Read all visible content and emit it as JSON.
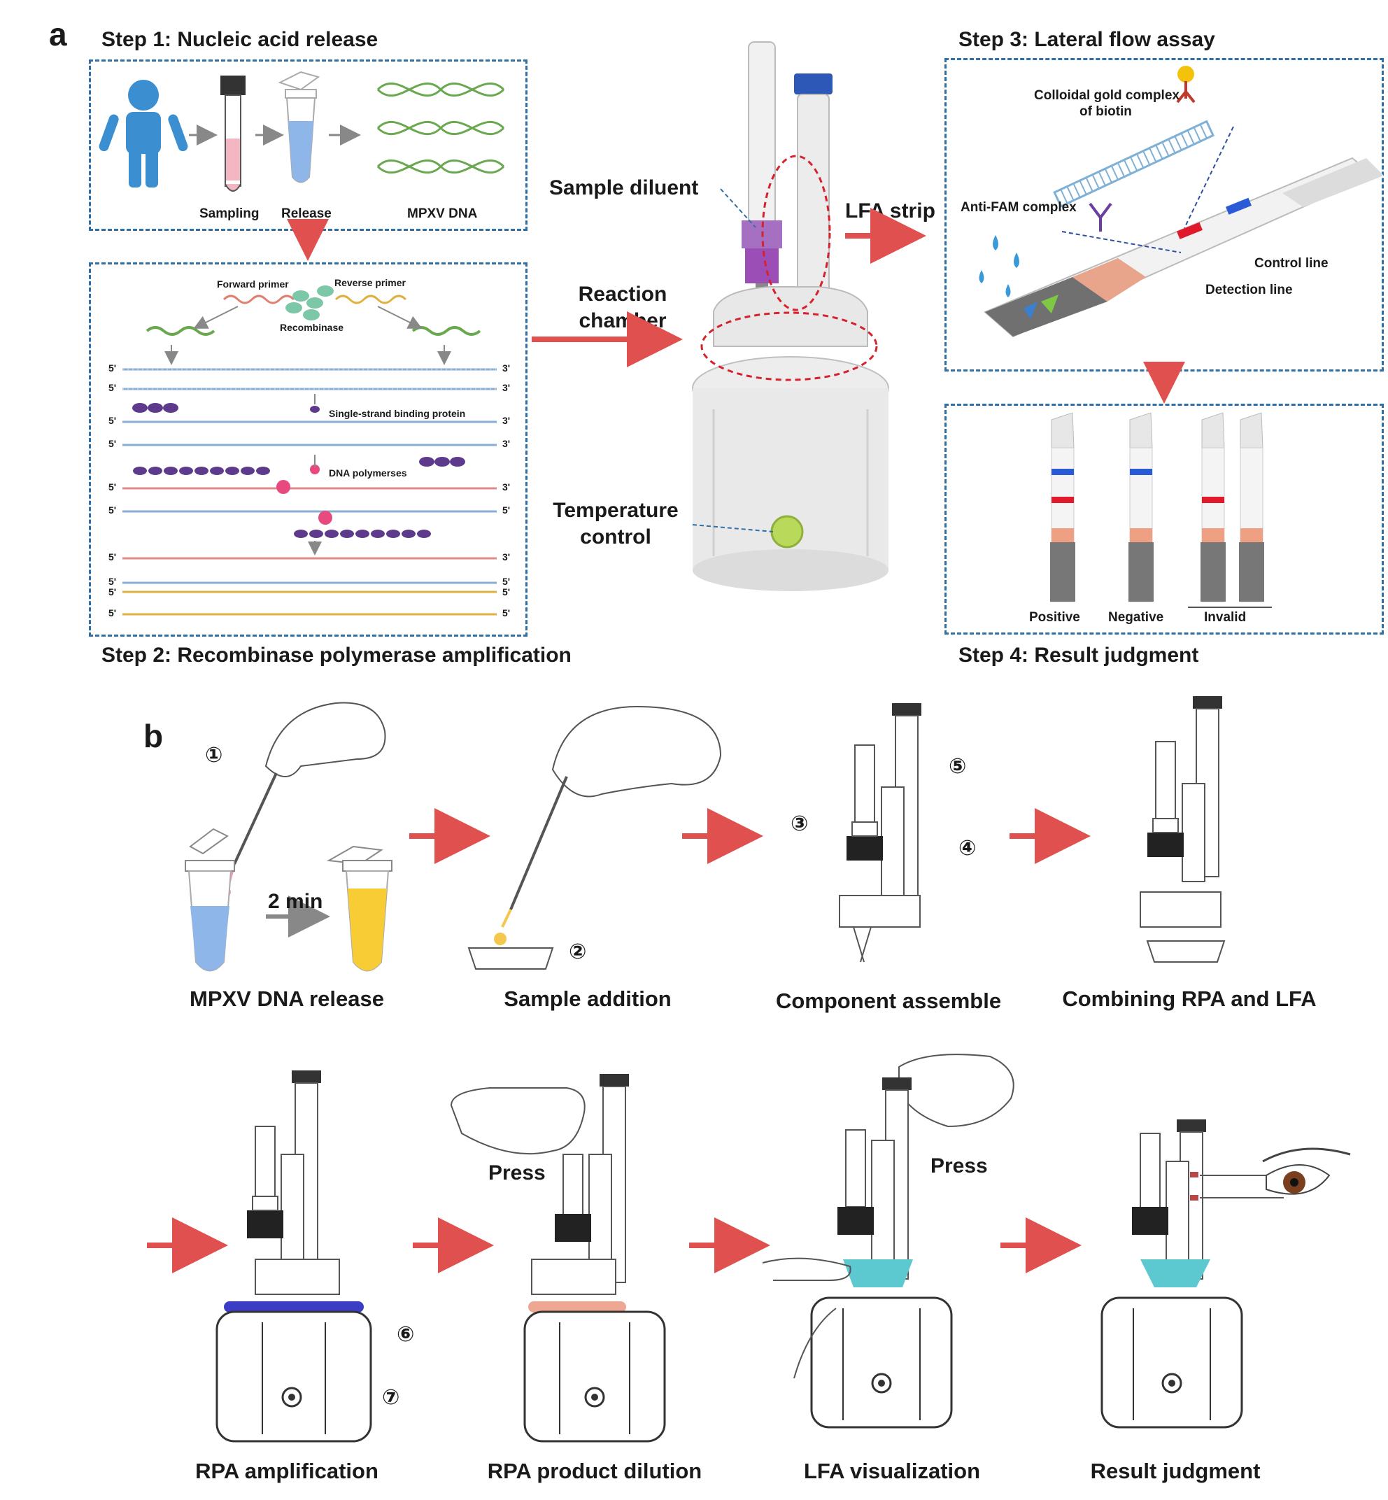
{
  "panel_a": {
    "letter": "a",
    "step1": {
      "title": "Step 1: Nucleic acid release",
      "labels": [
        "Sampling",
        "Release",
        "MPXV DNA"
      ]
    },
    "step2": {
      "title": "Step 2: Recombinase polymerase amplification",
      "forward_primer": "Forward primer",
      "reverse_primer": "Reverse primer",
      "recombinase": "Recombinase",
      "ssb": "Single-strand binding protein",
      "polymerase": "DNA polymerses",
      "five_prime": "5'",
      "three_prime": "3'"
    },
    "device": {
      "sample_diluent": "Sample diluent",
      "lfa_strip": "LFA strip",
      "reaction_chamber_1": "Reaction",
      "reaction_chamber_2": "chamber",
      "temperature_1": "Temperature",
      "temperature_2": "control"
    },
    "step3": {
      "title": "Step 3: Lateral flow assay",
      "gold_1": "Colloidal gold complex",
      "gold_2": "of biotin",
      "anti_fam": "Anti-FAM complex",
      "control_line": "Control line",
      "detection_line": "Detection line"
    },
    "step4": {
      "title": "Step 4: Result judgment",
      "labels": [
        "Positive",
        "Negative",
        "Invalid"
      ]
    }
  },
  "panel_b": {
    "letter": "b",
    "time_label": "2 min",
    "press": "Press",
    "numbers": [
      "①",
      "②",
      "③",
      "④",
      "⑤",
      "⑥",
      "⑦"
    ],
    "captions": [
      "MPXV DNA release",
      "Sample addition",
      "Component assemble",
      "Combining RPA and LFA",
      "RPA amplification",
      "RPA product dilution",
      "LFA visualization",
      "Result judgment"
    ]
  },
  "colors": {
    "dashed_border": "#2f6fa6",
    "arrow_red": "#e0504f",
    "control_line_blue": "#2a5bd7",
    "detection_line_red": "#e0192b",
    "dna_green": "#6aa84f",
    "person_blue": "#3b8fd0"
  }
}
